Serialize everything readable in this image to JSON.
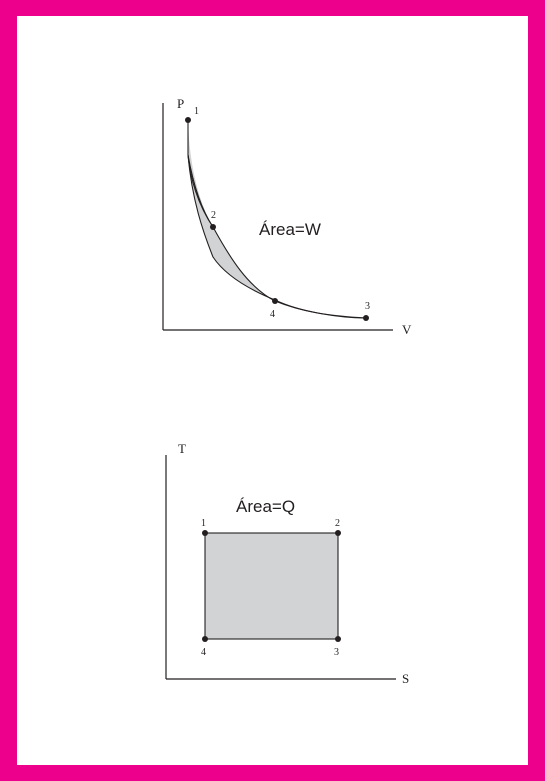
{
  "colors": {
    "border": "#ec008c",
    "fill": "#d1d3d4",
    "ink": "#231f20"
  },
  "pv": {
    "y_label": "P",
    "x_label": "V",
    "area_label": "Área=W",
    "points": [
      {
        "label": "1"
      },
      {
        "label": "2"
      },
      {
        "label": "3"
      },
      {
        "label": "4"
      }
    ]
  },
  "ts": {
    "y_label": "T",
    "x_label": "S",
    "area_label": "Área=Q",
    "points": [
      {
        "label": "1"
      },
      {
        "label": "2"
      },
      {
        "label": "3"
      },
      {
        "label": "4"
      }
    ]
  }
}
